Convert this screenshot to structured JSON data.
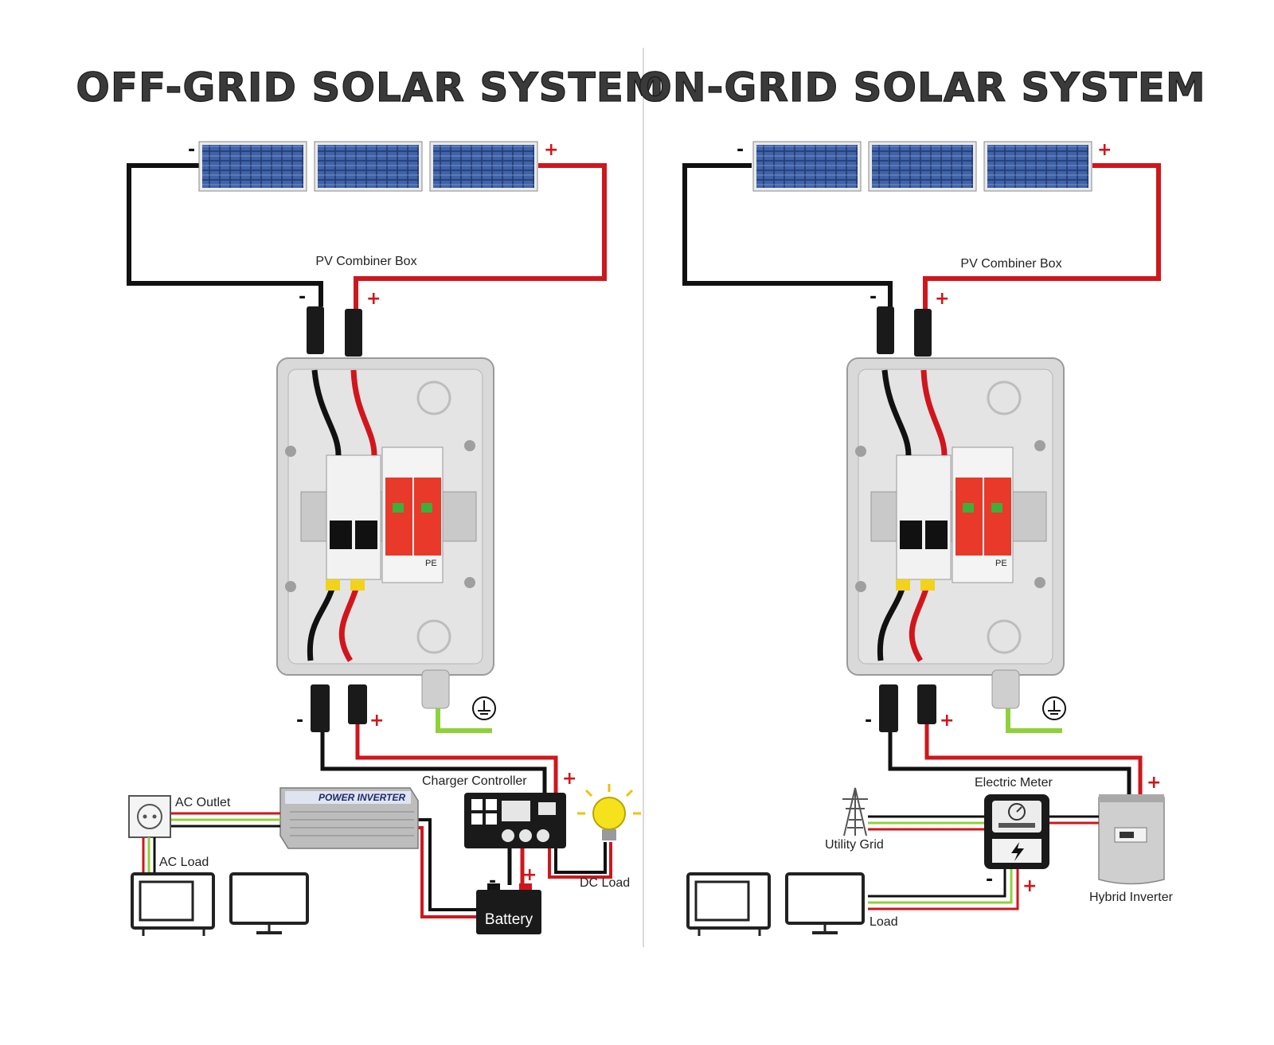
{
  "off_grid": {
    "title": "OFF-GRID SOLAR SYSTEM",
    "combiner_label": "PV Combiner Box",
    "charger_label": "Charger Controller",
    "inverter_label": "POWER INVERTER",
    "ac_outlet_label": "AC Outlet",
    "ac_load_label": "AC Load",
    "battery_label": "Battery",
    "dc_load_label": "DC Load"
  },
  "on_grid": {
    "title": "ON-GRID SOLAR SYSTEM",
    "combiner_label": "PV Combiner Box",
    "meter_label": "Electric Meter",
    "grid_label": "Utility Grid",
    "hybrid_label": "Hybrid Inverter",
    "load_label": "Load"
  },
  "breaker_pole_label": "PE",
  "signs": {
    "plus": "+",
    "minus": "-"
  },
  "colors": {
    "positive_wire": "#d0161c",
    "negative_wire": "#111111",
    "ground_wire": "#8fd13a",
    "panel": "#2c4c8a",
    "spd": "#e8392a",
    "box": "#d9d9d9"
  }
}
